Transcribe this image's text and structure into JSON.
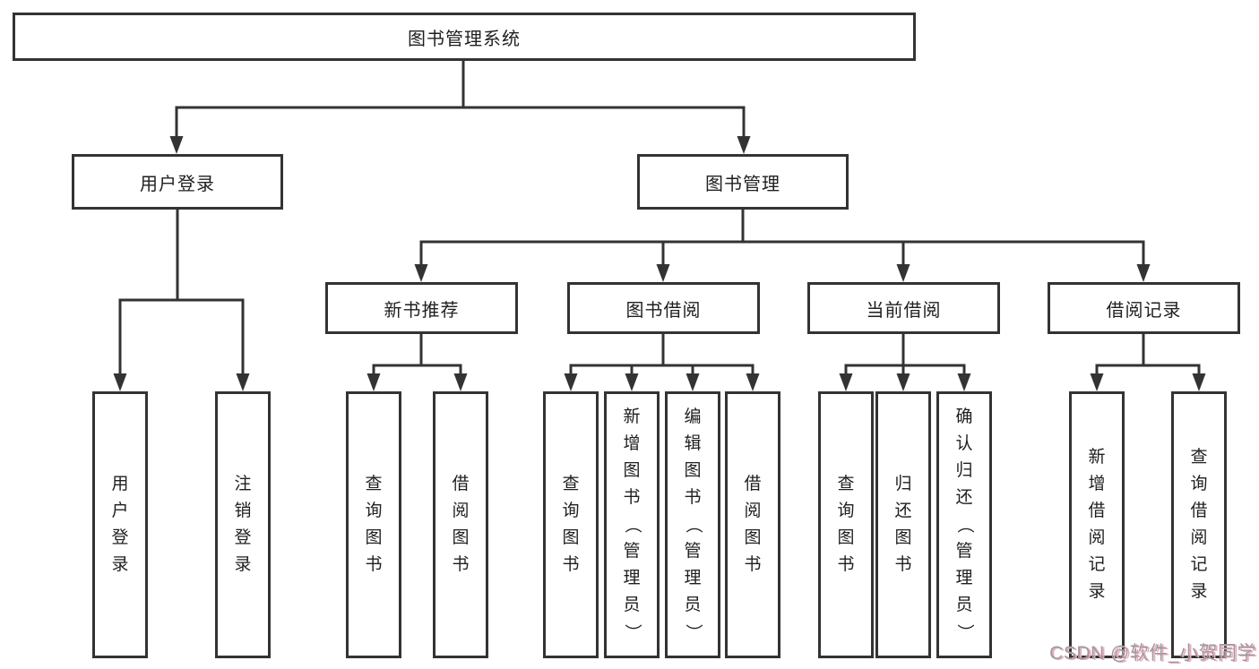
{
  "diagram_title": "图书管理系统",
  "tree": {
    "label": "图书管理系统",
    "children": [
      {
        "label": "用户登录",
        "children": [
          {
            "label": "用户登录"
          },
          {
            "label": "注销登录"
          }
        ]
      },
      {
        "label": "图书管理",
        "children": [
          {
            "label": "新书推荐",
            "children": [
              {
                "label": "查询图书"
              },
              {
                "label": "借阅图书"
              }
            ]
          },
          {
            "label": "图书借阅",
            "children": [
              {
                "label": "查询图书"
              },
              {
                "label": "新增图书（管理员）"
              },
              {
                "label": "编辑图书（管理员）"
              },
              {
                "label": "借阅图书"
              }
            ]
          },
          {
            "label": "当前借阅",
            "children": [
              {
                "label": "查询图书"
              },
              {
                "label": "归还图书"
              },
              {
                "label": "确认归还（管理员）"
              }
            ]
          },
          {
            "label": "借阅记录",
            "children": [
              {
                "label": "新增借阅记录"
              },
              {
                "label": "查询借阅记录"
              }
            ]
          }
        ]
      }
    ]
  },
  "watermark": {
    "text": "CSDN @软件_小贺同学",
    "color": "#9b9b9e",
    "shadow_color": "#efa8bc"
  },
  "colors": {
    "line": "#333333",
    "box_border": "#333333",
    "box_bg": "#ffffff",
    "text": "#1f1f1f",
    "background": "#ffffff"
  }
}
